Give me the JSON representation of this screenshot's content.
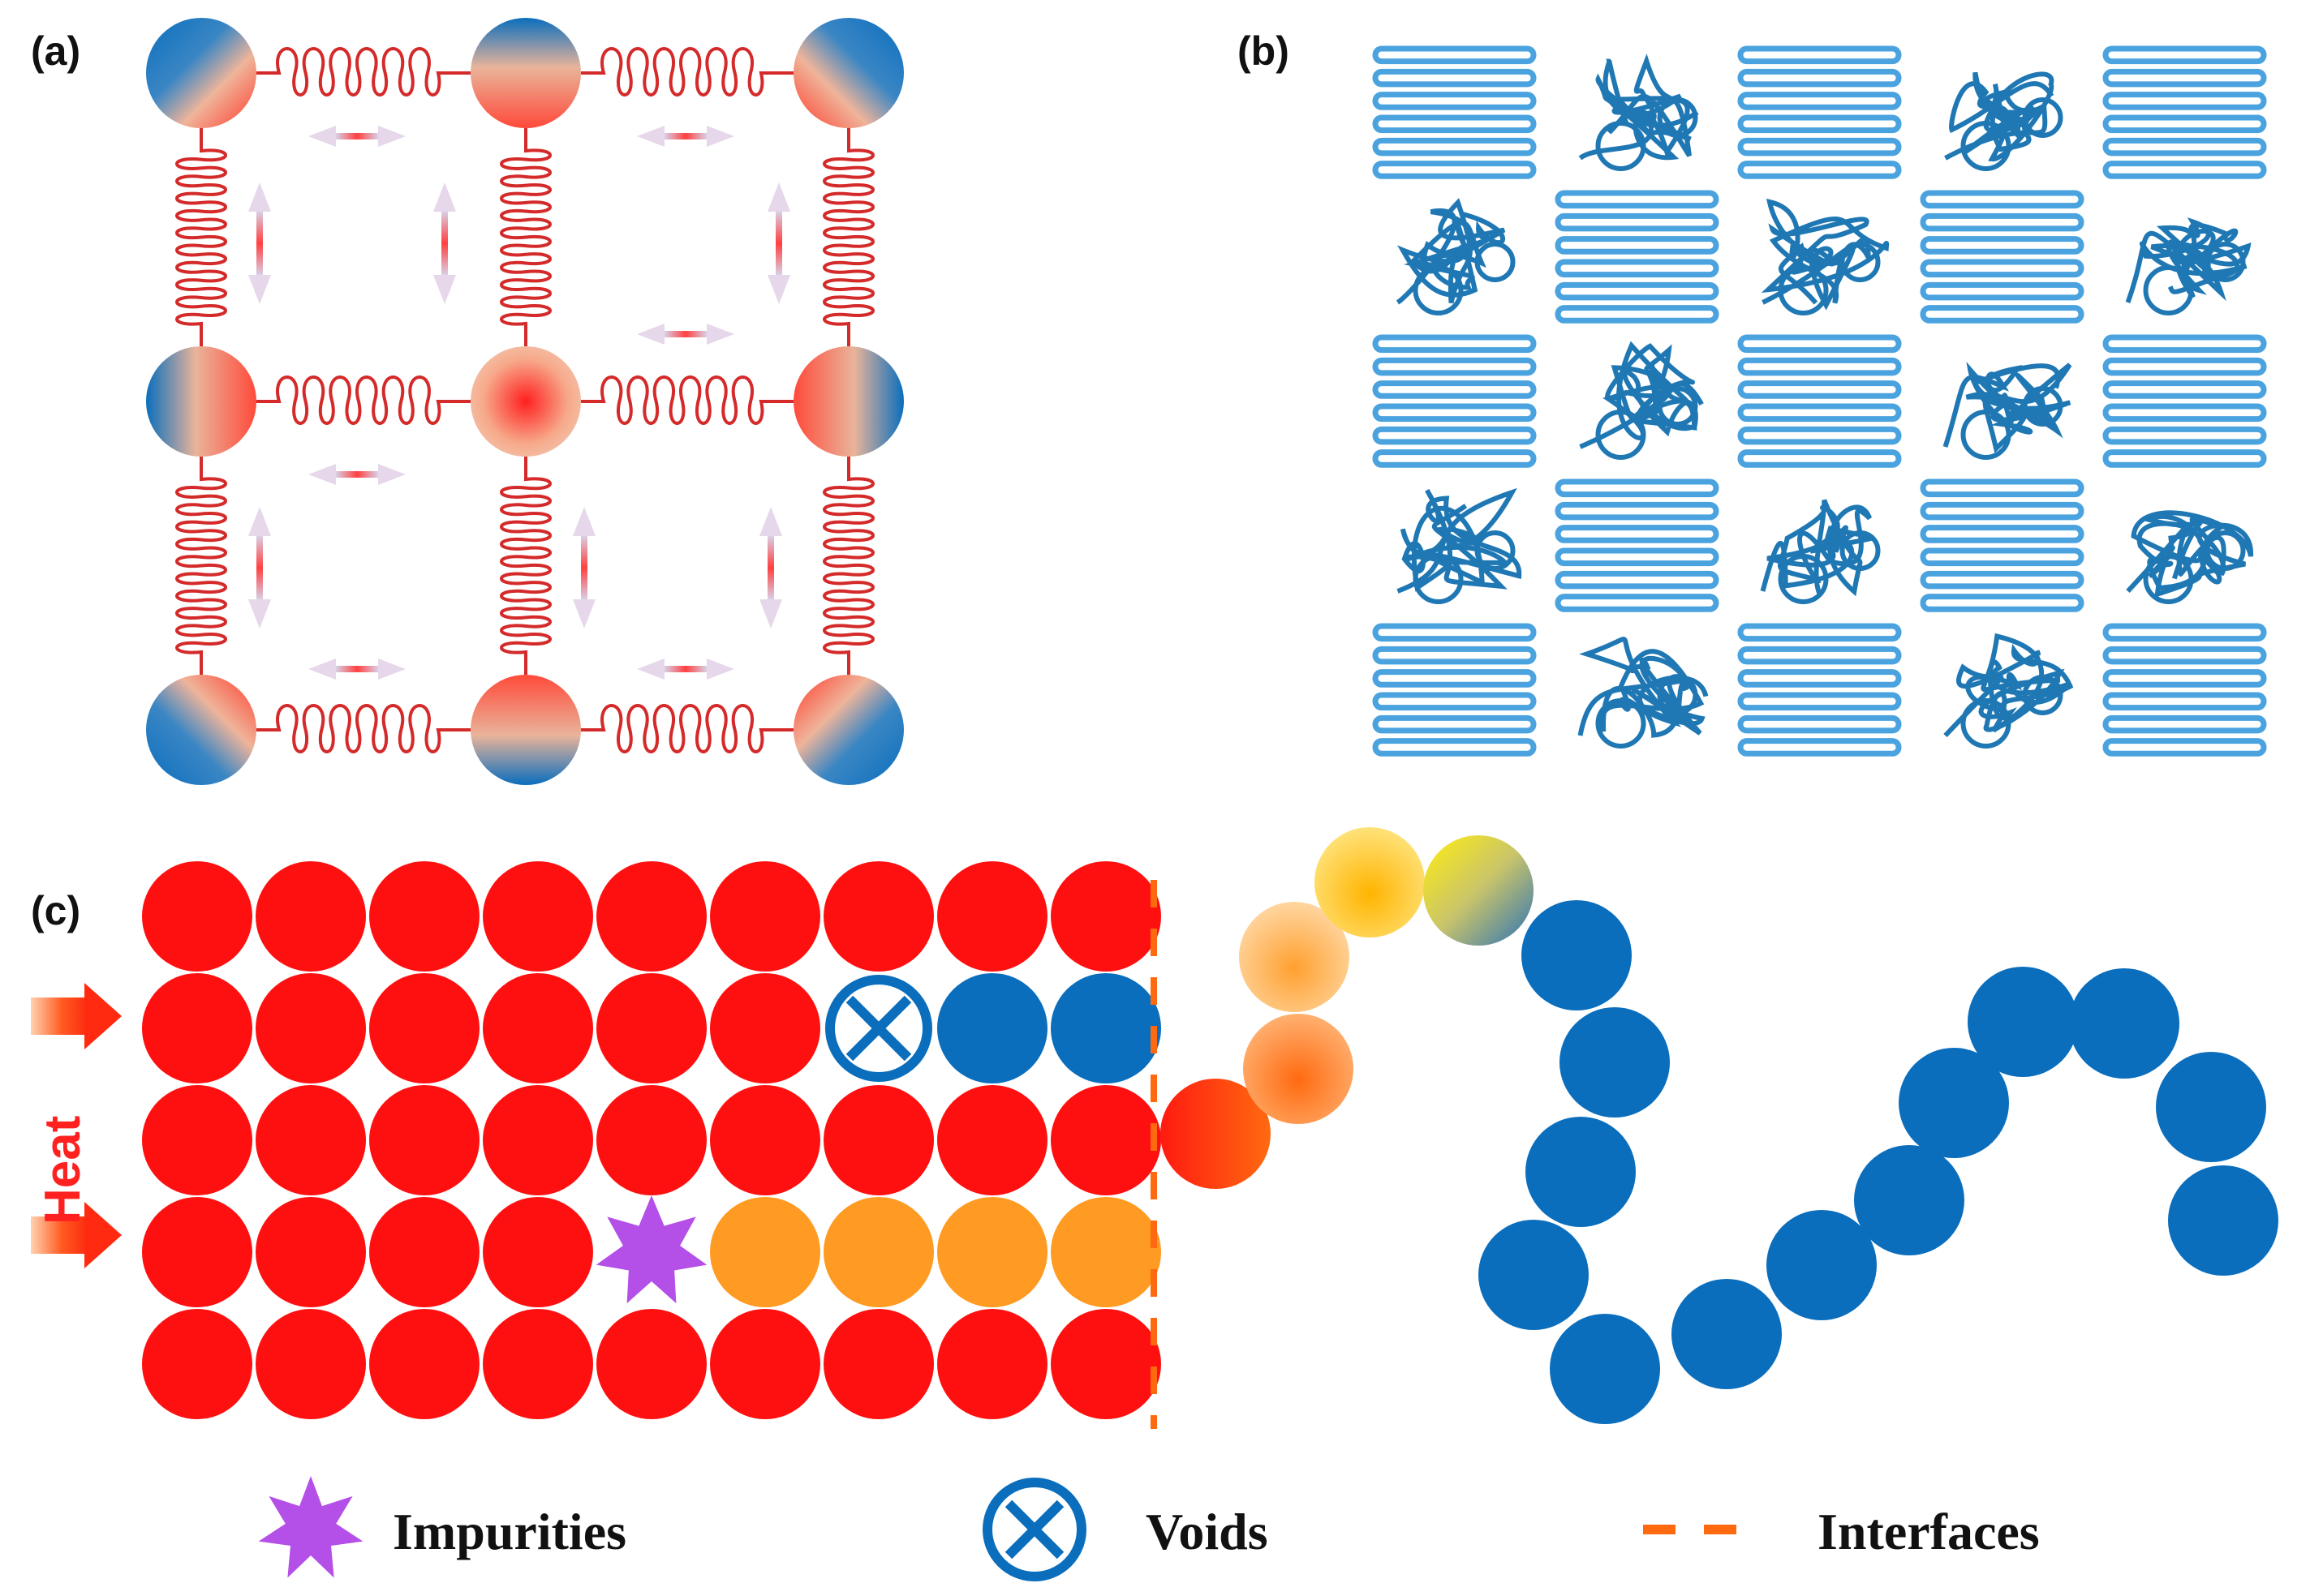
{
  "panels": {
    "a": {
      "label": "(a)"
    },
    "b": {
      "label": "(b)"
    },
    "c": {
      "label": "(c)"
    }
  },
  "panel_c": {
    "heat_label": "Heat",
    "grid": {
      "rows": [
        [
          "red",
          "red",
          "red",
          "red",
          "red",
          "red",
          "red",
          "red",
          "red"
        ],
        [
          "red",
          "red",
          "red",
          "red",
          "red",
          "red",
          "void",
          "blue",
          "blue"
        ],
        [
          "red",
          "red",
          "red",
          "red",
          "red",
          "red",
          "red",
          "red",
          "red"
        ],
        [
          "red",
          "red",
          "red",
          "red",
          "impurity",
          "orange",
          "orange",
          "orange",
          "orange"
        ],
        [
          "red",
          "red",
          "red",
          "red",
          "red",
          "red",
          "red",
          "red",
          "red"
        ]
      ]
    }
  },
  "legend": {
    "impurities": {
      "label": "Impurities",
      "icon": "star-icon"
    },
    "voids": {
      "label": "Voids",
      "icon": "circled-x-icon"
    },
    "interfaces": {
      "label": "Interfaces",
      "icon": "dashed-line-icon"
    }
  },
  "colors": {
    "red": "#ff1010",
    "blue": "#0a6ebd",
    "orange": "#ff9a22",
    "impurity": "#b44fe8",
    "chain_blue": "#4aa3df",
    "chain_dark": "#1f78b4",
    "spring": "#d42a2a",
    "interface": "#ff6a10"
  }
}
